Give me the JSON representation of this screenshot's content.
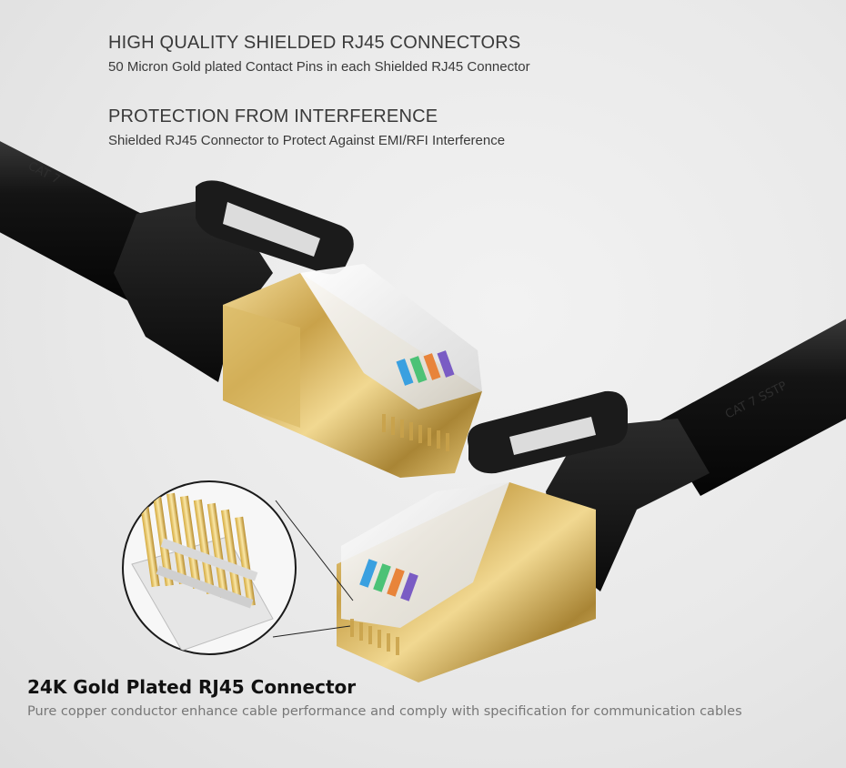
{
  "features": [
    {
      "heading": "HIGH QUALITY SHIELDED RJ45 CONNECTORS",
      "subtext": "50 Micron Gold plated Contact Pins in each Shielded RJ45 Connector"
    },
    {
      "heading": "PROTECTION FROM INTERFERENCE",
      "subtext": "Shielded RJ45 Connector to Protect Against EMI/RFI Interference"
    }
  ],
  "gold_section": {
    "title": "24K Gold Plated RJ45 Connector",
    "subtitle": "Pure copper conductor enhance cable performance and comply with specification for communication cables"
  },
  "colors": {
    "background": "#e9e9e9",
    "cable": "#141414",
    "gold": "#c9a24a",
    "heading_text": "#3a3a3a",
    "title_text": "#111111",
    "subtitle_text": "#777777"
  }
}
